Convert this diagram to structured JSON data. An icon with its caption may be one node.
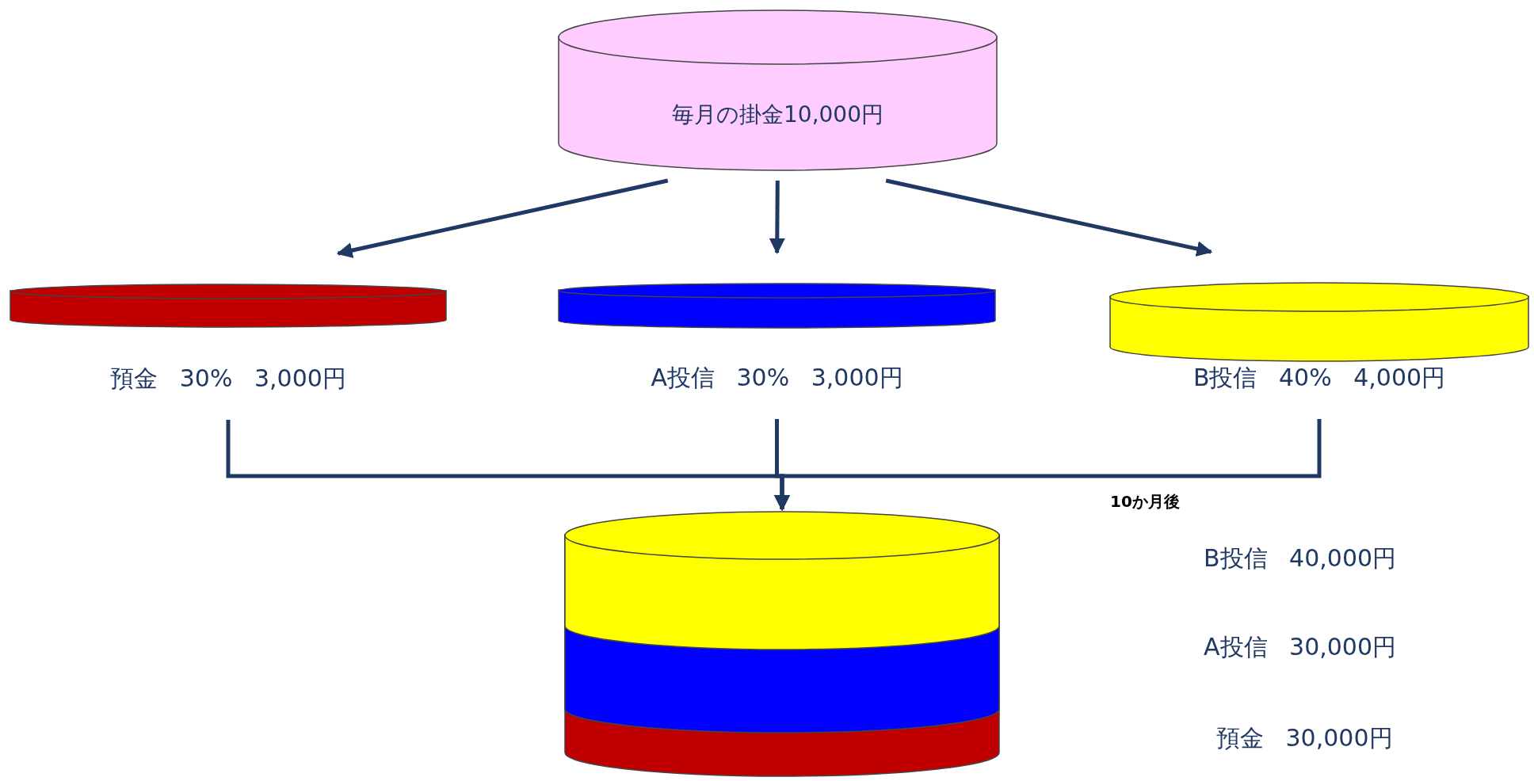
{
  "diagram": {
    "nodes": [
      {
        "text": [
          "毎月の掛金10,000円"
        ]
      },
      {
        "text": [
          "預金 30% 3,000円"
        ]
      },
      {
        "text": [
          "A投信 30% 3,000円"
        ]
      },
      {
        "text": [
          "B投信 40% 4,000円"
        ]
      },
      {
        "text": [],
        "shape": "cylinder",
        "beside": [
          "B投信 40,000円",
          "A投信 30,000円",
          "預金 30,000円"
        ]
      }
    ],
    "edges": [
      {
        "from": 0,
        "to": 1,
        "arrow": "to"
      },
      {
        "from": 0,
        "to": 2,
        "arrow": "to"
      },
      {
        "from": 0,
        "to": 3,
        "arrow": "to"
      },
      {
        "from": 1,
        "to": 4,
        "arrow": "to"
      },
      {
        "from": 2,
        "to": 4,
        "arrow": "to"
      },
      {
        "from": 3,
        "to": 4,
        "arrow": "to"
      }
    ],
    "labels": [
      "10か月後"
    ]
  }
}
